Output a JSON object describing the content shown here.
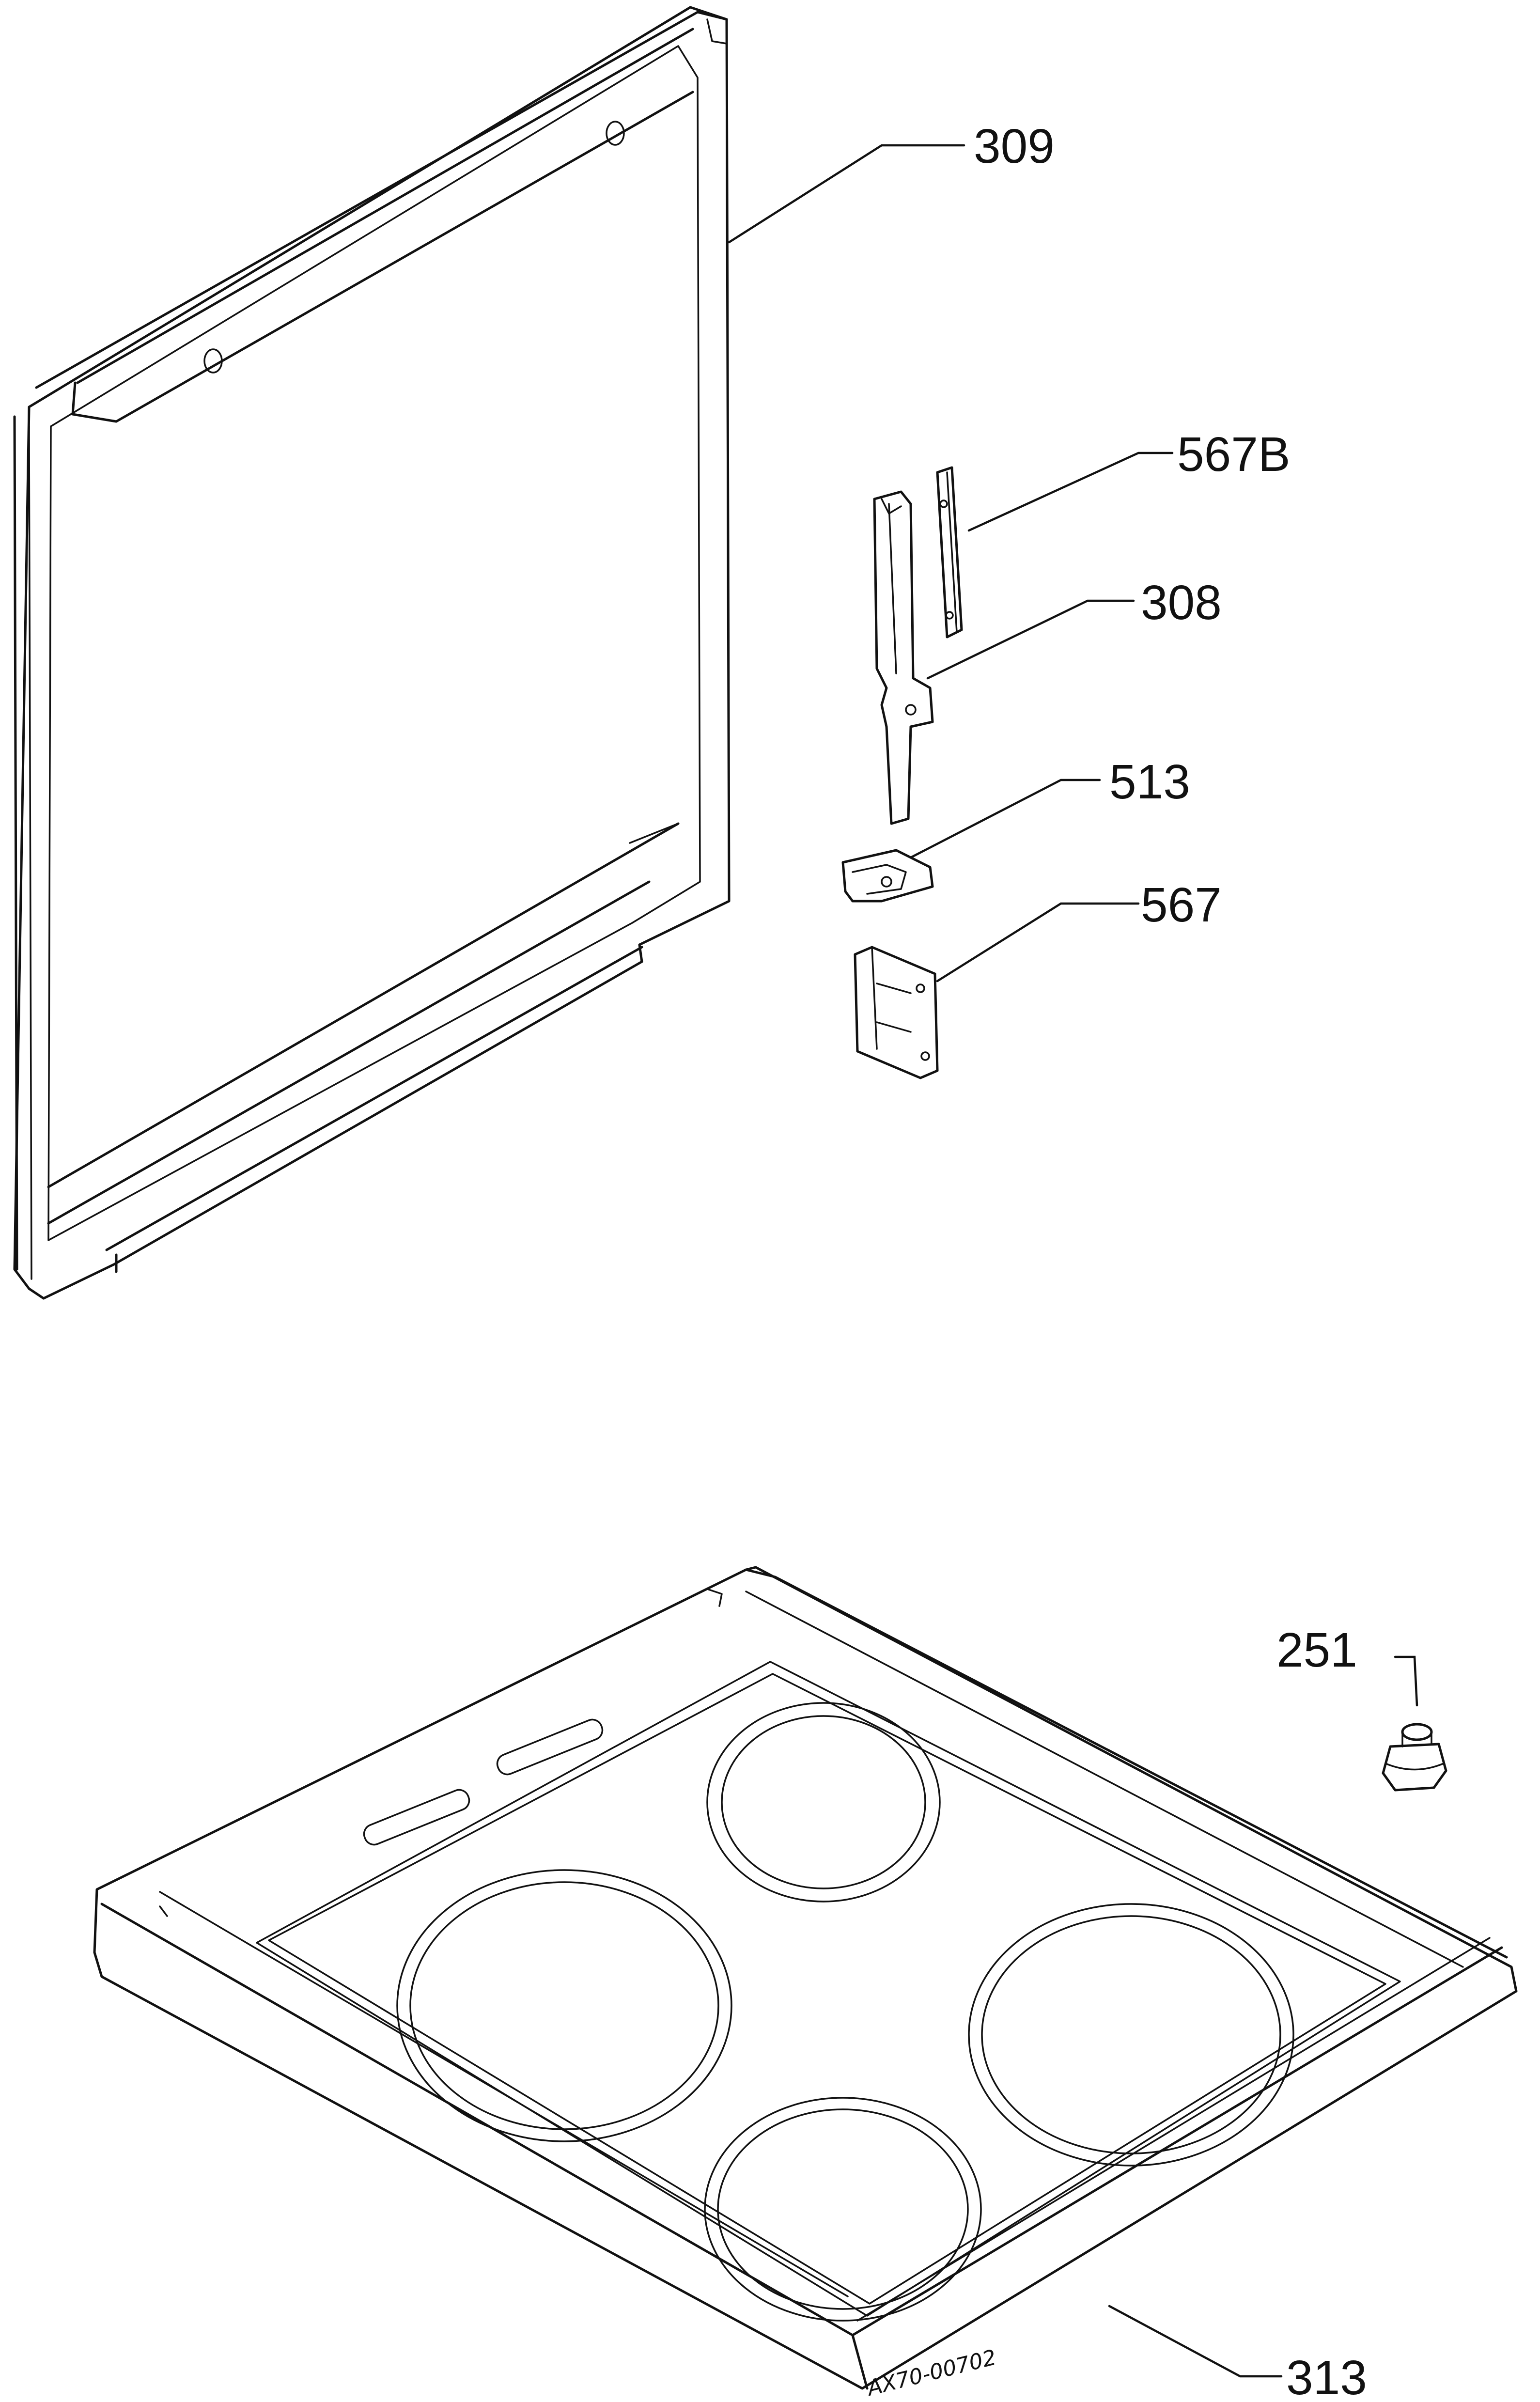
{
  "diagram": {
    "callouts": [
      {
        "id": "309",
        "label": "309"
      },
      {
        "id": "567b",
        "label": "567B"
      },
      {
        "id": "308",
        "label": "308"
      },
      {
        "id": "513",
        "label": "513"
      },
      {
        "id": "567",
        "label": "567"
      },
      {
        "id": "251",
        "label": "251"
      },
      {
        "id": "313",
        "label": "313"
      }
    ],
    "drawing_number": "AX70-00702"
  }
}
